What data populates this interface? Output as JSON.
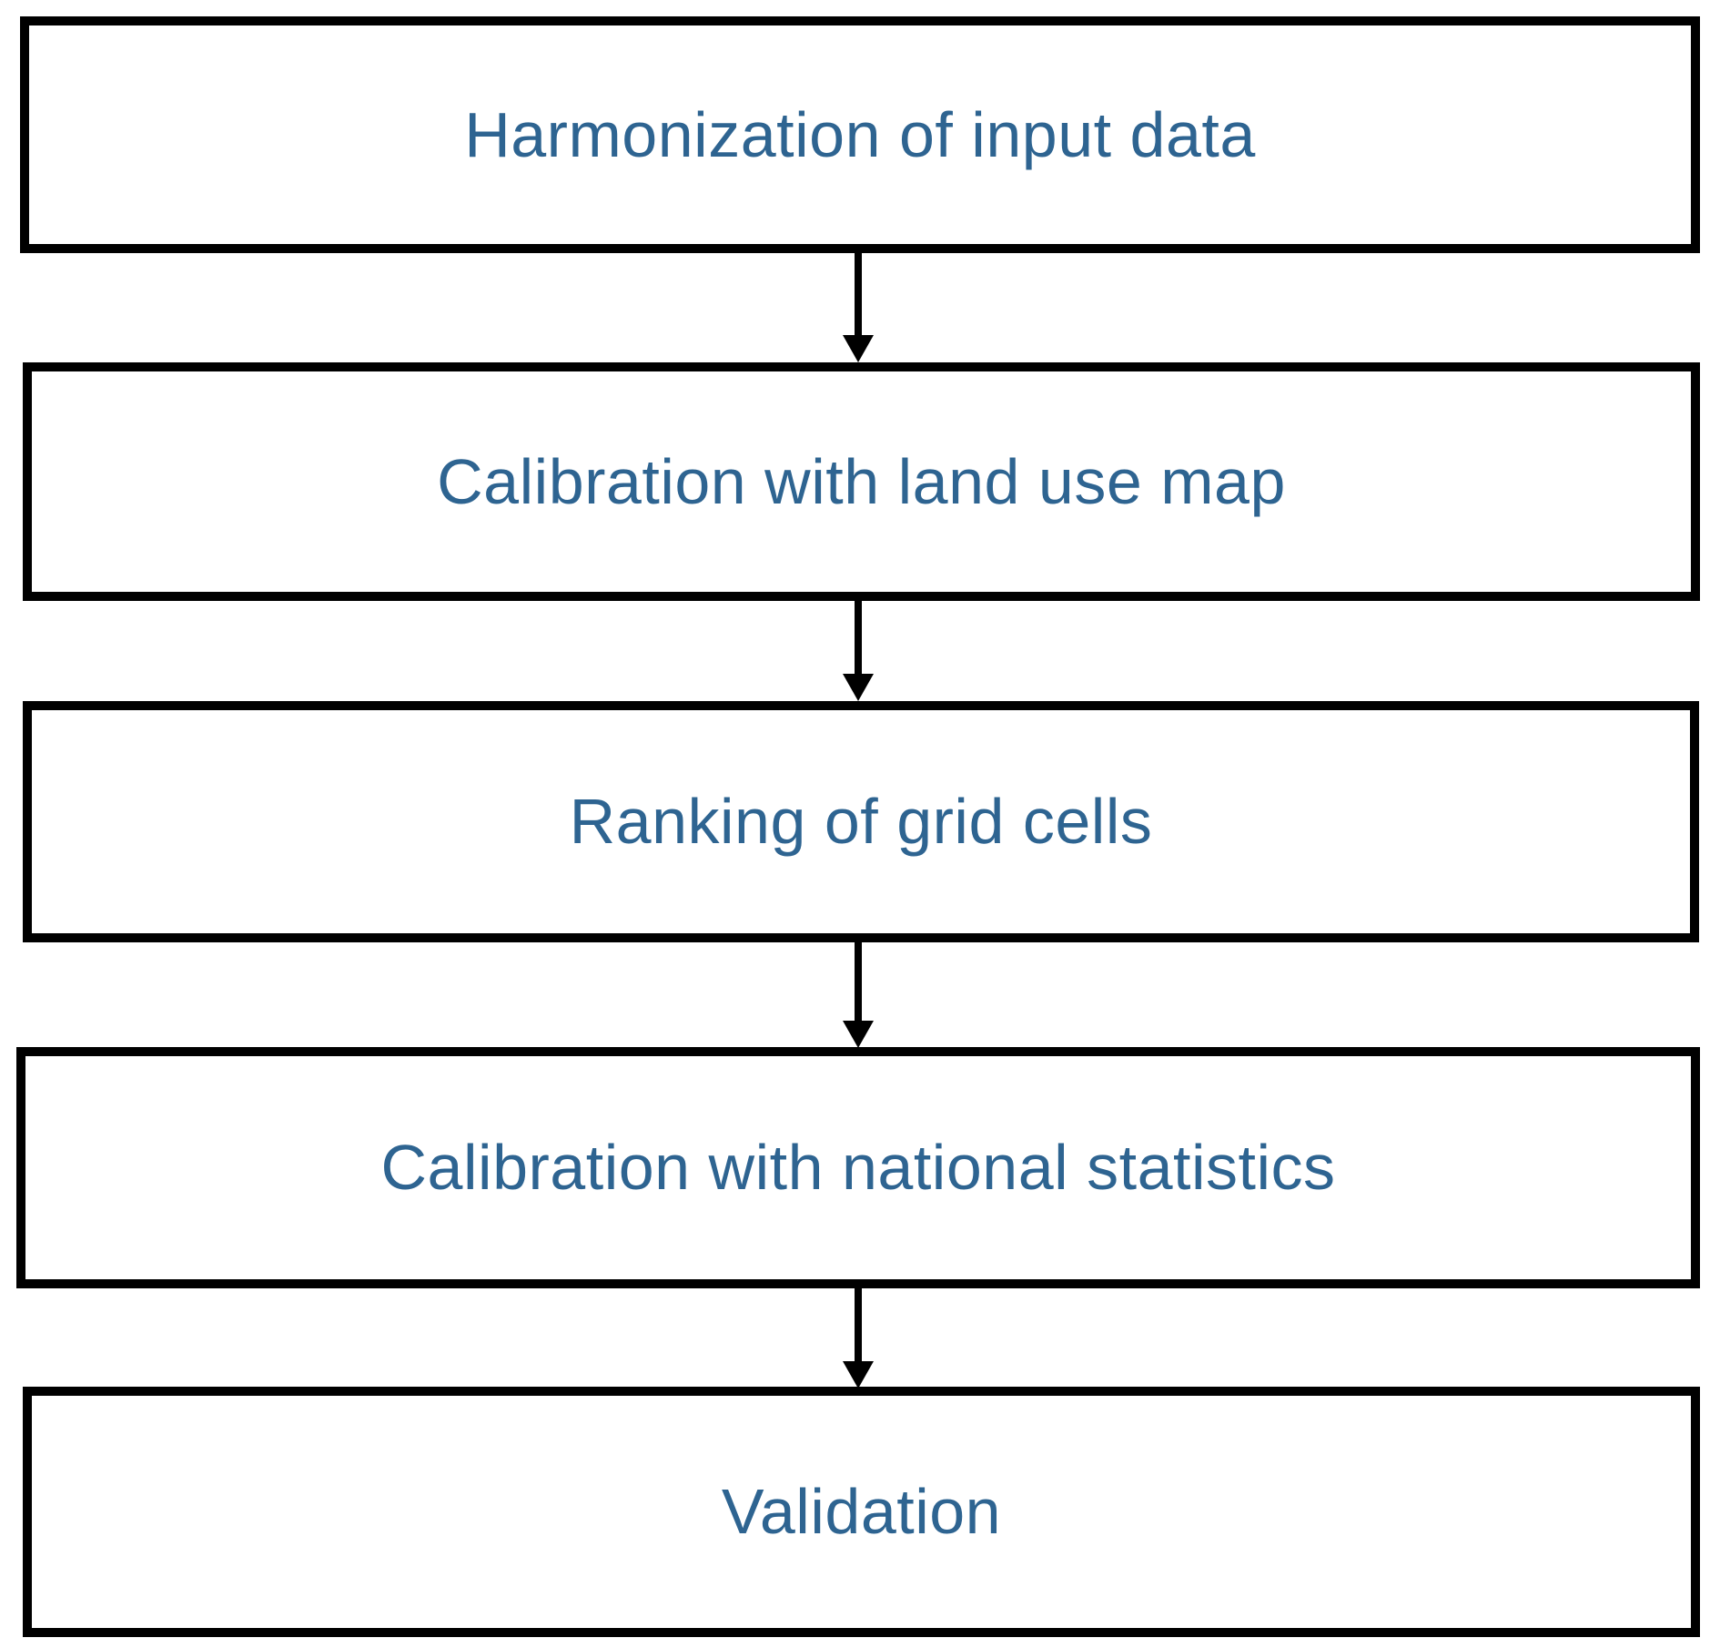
{
  "diagram": {
    "type": "flowchart",
    "orientation": "vertical",
    "title": "",
    "colors": {
      "background": "#ffffff",
      "box_border": "#000000",
      "box_fill": "#ffffff",
      "label_text": "#2e6491",
      "connector": "#000000"
    },
    "nodes": [
      {
        "id": "node-1",
        "label": "Harmonization of input data"
      },
      {
        "id": "node-2",
        "label": "Calibration with land use map"
      },
      {
        "id": "node-3",
        "label": "Ranking of grid cells"
      },
      {
        "id": "node-4",
        "label": "Calibration with national statistics"
      },
      {
        "id": "node-5",
        "label": "Validation"
      }
    ],
    "edges": [
      {
        "id": "edge-1-2",
        "from": "node-1",
        "to": "node-2",
        "label": "",
        "arrow": "down"
      },
      {
        "id": "edge-2-3",
        "from": "node-2",
        "to": "node-3",
        "label": "",
        "arrow": "down"
      },
      {
        "id": "edge-3-4",
        "from": "node-3",
        "to": "node-4",
        "label": "",
        "arrow": "down"
      },
      {
        "id": "edge-4-5",
        "from": "node-4",
        "to": "node-5",
        "label": "",
        "arrow": "down"
      }
    ]
  }
}
